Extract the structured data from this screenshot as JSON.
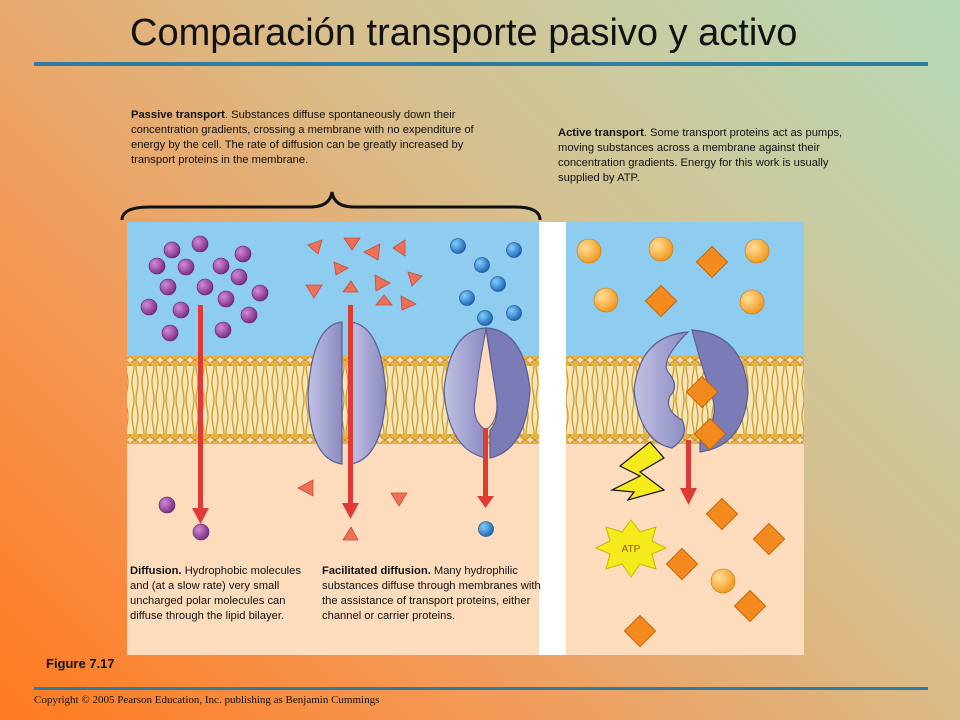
{
  "slide": {
    "title": "Comparación transporte pasivo y activo",
    "figure_label": "Figure 7.17",
    "copyright": "Copyright © 2005 Pearson Education, Inc. publishing as Benjamin Cummings"
  },
  "captions": {
    "passive_heading": "Passive transport",
    "passive_body": ". Substances diffuse spontaneously down their concentration gradients, crossing a membrane with no expenditure of energy by the cell. The rate of diffusion can be greatly increased by transport proteins in the membrane.",
    "active_heading": "Active transport",
    "active_body": ". Some transport proteins act as pumps, moving substances across a membrane against their concentration gradients. Energy for this work is usually supplied by ATP.",
    "diffusion_heading": "Diffusion.",
    "diffusion_body": " Hydrophobic molecules and (at a slow rate) very small uncharged polar molecules can diffuse through the lipid bilayer.",
    "facilitated_heading": "Facilitated diffusion.",
    "facilitated_body": " Many hydrophilic substances diffuse through membranes with the assistance of transport proteins, either channel or carrier proteins."
  },
  "labels": {
    "atp": "ATP"
  },
  "colors": {
    "extracellular": "#8fcdf0",
    "cytoplasm": "#fcdcbc",
    "phospholipid_head": "#e8b23e",
    "protein": "#a8a8d6",
    "arrow": "#e03a36",
    "diffusion_molecule": "#8c3a8f",
    "channel_molecule": "#ee7058",
    "carrier_molecule": "#2d8ad6",
    "pumped_molecule": "#f28a1e",
    "atp_burst": "#f5ea1c"
  }
}
